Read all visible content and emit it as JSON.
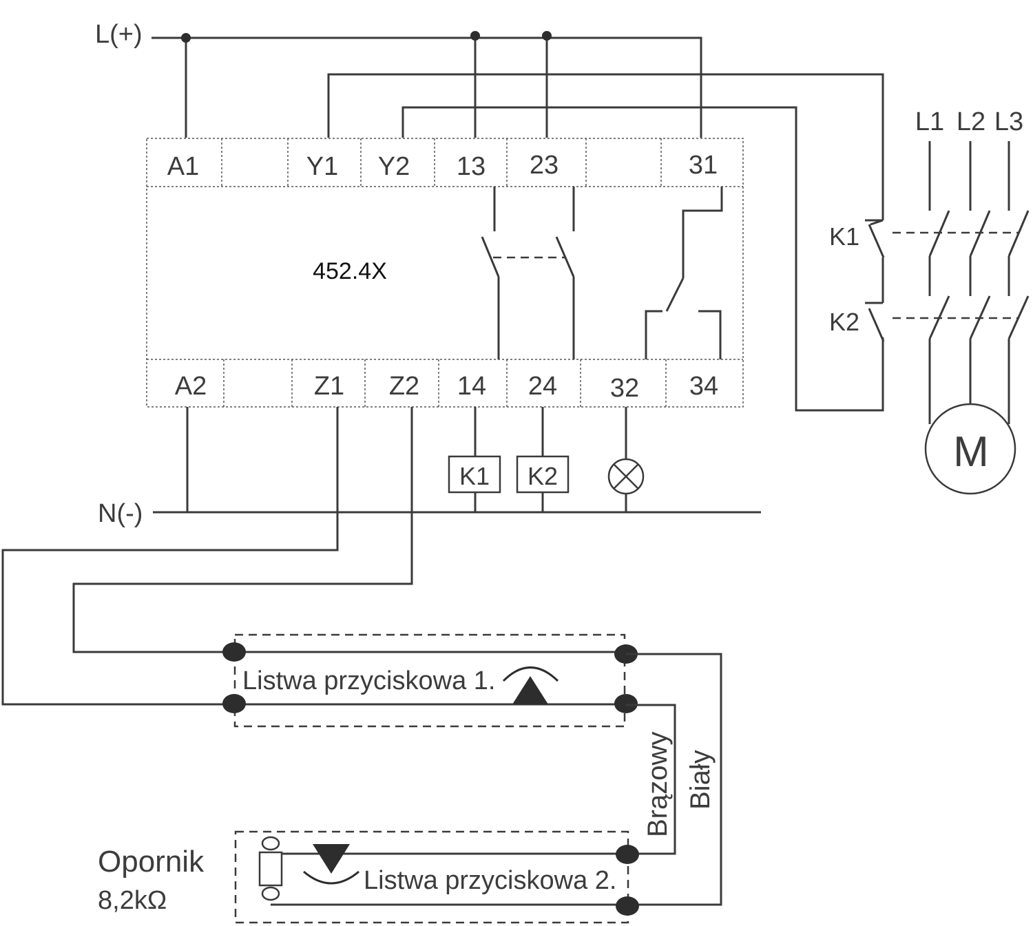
{
  "rails": {
    "positive": "L(+)",
    "negative": "N(-)"
  },
  "module": {
    "model": "452.4X",
    "top_terminals": [
      "A1",
      "",
      "Y1",
      "Y2",
      "13",
      "23",
      "",
      "31"
    ],
    "bottom_terminals": [
      "A2",
      "",
      "Z1",
      "Z2",
      "14",
      "24",
      "32",
      "34"
    ]
  },
  "loads": {
    "coil1": "K1",
    "coil2": "K2"
  },
  "motor": {
    "phases": [
      "L1",
      "L2",
      "L3"
    ],
    "contactor1": "K1",
    "contactor2": "K2",
    "label": "M"
  },
  "edges": {
    "edge1_label": "Listwa przyciskowa 1.",
    "edge2_label": "Listwa przyciskowa 2.",
    "wire_brown": "Brązowy",
    "wire_white": "Biały"
  },
  "resistor": {
    "label": "Opornik",
    "value": "8,2kΩ"
  }
}
